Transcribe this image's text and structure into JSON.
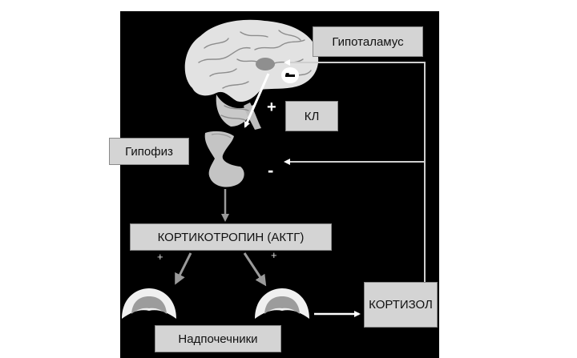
{
  "labels": {
    "hypothalamus": "Гипоталамус",
    "crh": "КЛ",
    "pituitary": "Гипофиз",
    "acth": "КОРТИКОТРОПИН (АКТГ)",
    "cortisol": "КОРТИЗОЛ",
    "adrenals": "Надпочечники"
  },
  "signs": {
    "hypothalamus_feedback": "-",
    "crh_stimulation": "+",
    "pituitary_feedback": "-",
    "acth_left": "+",
    "acth_right": "+"
  },
  "colors": {
    "background": "#000000",
    "label_fill": "#d4d4d4",
    "label_border": "#8a8a8a",
    "arrow_gray": "#9a9a9a",
    "arrow_white": "#ffffff"
  }
}
